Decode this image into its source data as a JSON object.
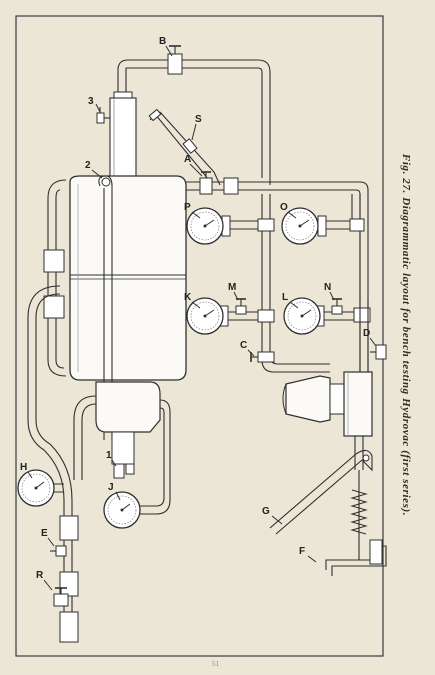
{
  "caption": "Fig. 27. Diagrammatic layout for bench testing Hydrovac (first series).",
  "page_number": "51",
  "labels": {
    "B": "B",
    "3": "3",
    "S": "S",
    "A": "A",
    "2": "2",
    "P": "P",
    "O": "O",
    "K": "K",
    "M": "M",
    "L": "L",
    "N": "N",
    "C": "C",
    "D": "D",
    "1": "1",
    "H": "H",
    "J": "J",
    "E": "E",
    "R": "R",
    "G": "G",
    "F": "F"
  }
}
